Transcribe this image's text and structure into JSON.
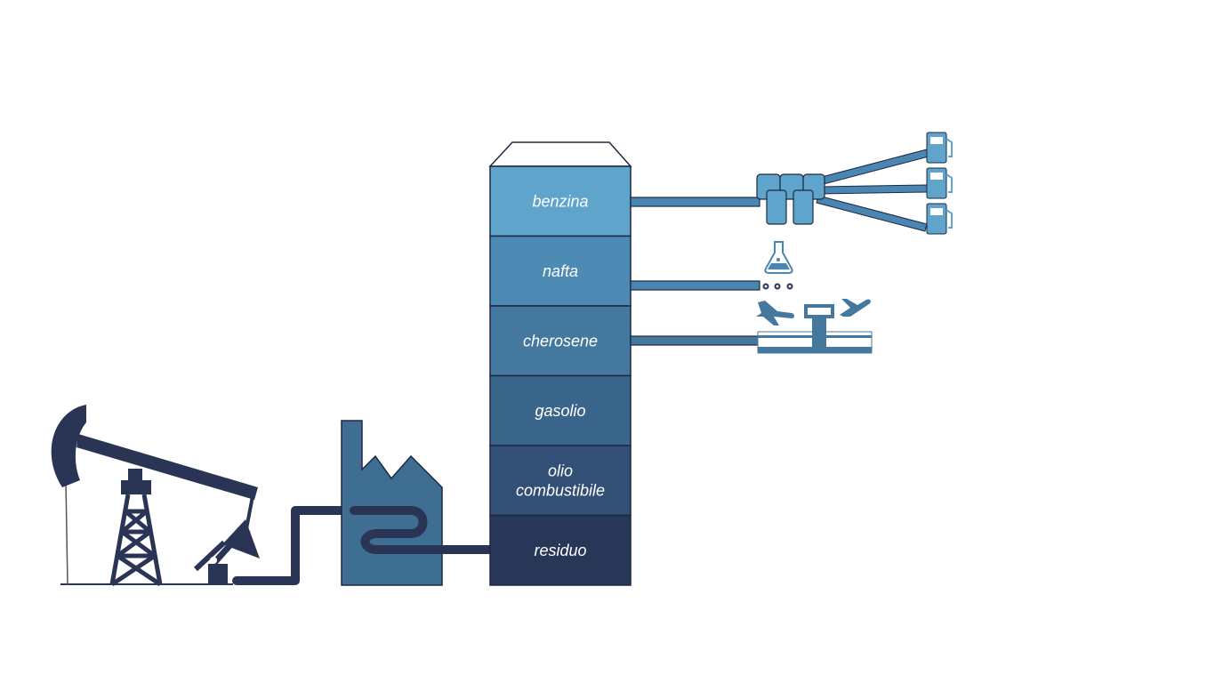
{
  "tower": {
    "fractions": [
      {
        "id": "benzina",
        "lines": [
          "benzina"
        ],
        "color": "#5fa4cb"
      },
      {
        "id": "nafta",
        "lines": [
          "nafta"
        ],
        "color": "#4e8bb4"
      },
      {
        "id": "cherosene",
        "lines": [
          "cherosene"
        ],
        "color": "#44789f"
      },
      {
        "id": "gasolio",
        "lines": [
          "gasolio"
        ],
        "color": "#3b668b"
      },
      {
        "id": "olio-combustibile",
        "lines": [
          "olio",
          "combustibile"
        ],
        "color": "#324f75"
      },
      {
        "id": "residuo",
        "lines": [
          "residuo"
        ],
        "color": "#283658"
      }
    ]
  },
  "colors": {
    "dark_navy": "#2a3556",
    "factory_blue": "#3f6e93",
    "pipe_blue": "#4a86b3",
    "light_blue": "#5fa4cb",
    "outline": "#1e2840"
  },
  "icons": {
    "pump_jack": "oil-pump-jack-icon",
    "refinery": "factory-icon",
    "fuel_pumps": "fuel-pump-icon",
    "lab": "flask-icon",
    "airport": "airport-icon"
  }
}
